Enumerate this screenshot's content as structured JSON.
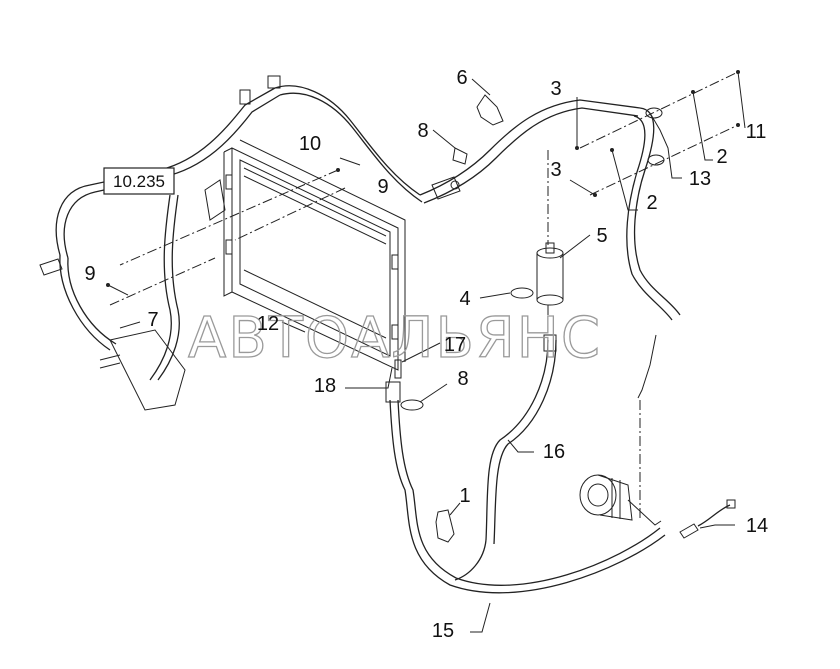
{
  "reference_box": "10.235",
  "watermark": "АВТОАЛЬЯНС",
  "callouts": {
    "c1": "1",
    "c2a": "2",
    "c2b": "2",
    "c3a": "3",
    "c3b": "3",
    "c4": "4",
    "c5": "5",
    "c6": "6",
    "c7": "7",
    "c8a": "8",
    "c8b": "8",
    "c9a": "9",
    "c9b": "9",
    "c10": "10",
    "c11": "11",
    "c12": "12",
    "c13": "13",
    "c14": "14",
    "c15": "15",
    "c16": "16",
    "c17": "17",
    "c18": "18"
  }
}
